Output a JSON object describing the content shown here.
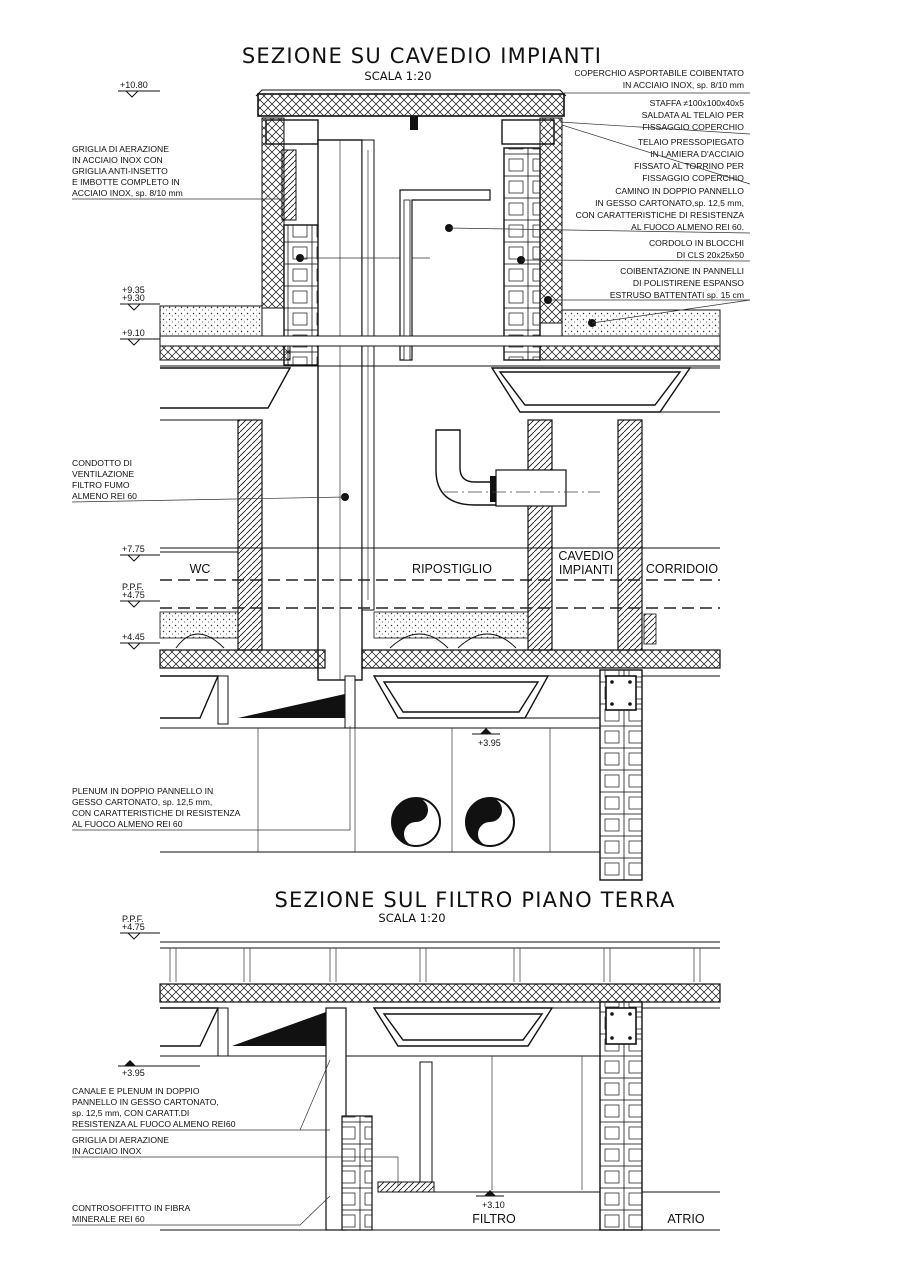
{
  "diagram": {
    "title_top": "SEZIONE SU CAVEDIO IMPIANTI",
    "scale_top": "SCALA 1:20",
    "title_bottom": "SEZIONE SUL FILTRO PIANO TERRA",
    "scale_bottom": "SCALA 1:20",
    "levels_top": [
      "+10.80",
      "+9.35",
      "+9.30",
      "+9.10",
      "+7.75",
      "P.P.F.",
      "+4.75",
      "+4.45",
      "+3.95"
    ],
    "levels_bottom": [
      "P.P.F.",
      "+4.75",
      "+3.95",
      "+3.10"
    ],
    "rooms_top": [
      "WC",
      "RIPOSTIGLIO",
      "CAVEDIO",
      "IMPIANTI",
      "CORRIDOIO"
    ],
    "rooms_bottom": [
      "FILTRO",
      "ATRIO"
    ],
    "notes_right": [
      [
        "COPERCHIO ASPORTABILE COIBENTATO",
        "IN ACCIAIO INOX, sp. 8/10 mm"
      ],
      [
        "STAFFA ≠100x100x40x5",
        "SALDATA AL TELAIO PER",
        "FISSAGGIO COPERCHIO"
      ],
      [
        "TELAIO PRESSOPIEGATO",
        "IN LAMIERA D'ACCIAIO",
        "FISSATO AL TORRINO PER",
        "FISSAGGIO COPERCHIO"
      ],
      [
        "CAMINO IN DOPPIO PANNELLO",
        "IN GESSO CARTONATO,sp. 12,5 mm,",
        "CON CARATTERISTICHE DI RESISTENZA",
        "AL FUOCO ALMENO REI 60."
      ],
      [
        "CORDOLO IN BLOCCHI",
        "DI CLS 20x25x50"
      ],
      [
        "COIBENTAZIONE IN PANNELLI",
        "DI POLISTIRENE ESPANSO",
        "ESTRUSO BATTENTATI sp. 15 cm"
      ]
    ],
    "notes_left": [
      [
        "GRIGLIA DI AERAZIONE",
        "IN ACCIAIO INOX CON",
        "GRIGLIA ANTI-INSETTO",
        "E IMBOTTE COMPLETO IN",
        "ACCIAIO INOX, sp. 8/10 mm"
      ],
      [
        "CONDOTTO DI",
        "VENTILAZIONE",
        "FILTRO FUMO",
        "ALMENO REI 60"
      ],
      [
        "PLENUM IN DOPPIO PANNELLO IN",
        "GESSO CARTONATO, sp. 12,5 mm,",
        "CON CARATTERISTICHE DI RESISTENZA",
        "AL FUOCO ALMENO REI 60"
      ]
    ],
    "notes_bottom": [
      [
        "CANALE E PLENUM IN DOPPIO",
        "PANNELLO IN GESSO CARTONATO,",
        "sp. 12,5 mm, CON CARATT.DI",
        "RESISTENZA AL FUOCO ALMENO REI60"
      ],
      [
        "GRIGLIA DI AERAZIONE",
        "IN ACCIAIO INOX"
      ],
      [
        "CONTROSOFFITTO IN FIBRA",
        "MINERALE REI 60"
      ]
    ]
  }
}
